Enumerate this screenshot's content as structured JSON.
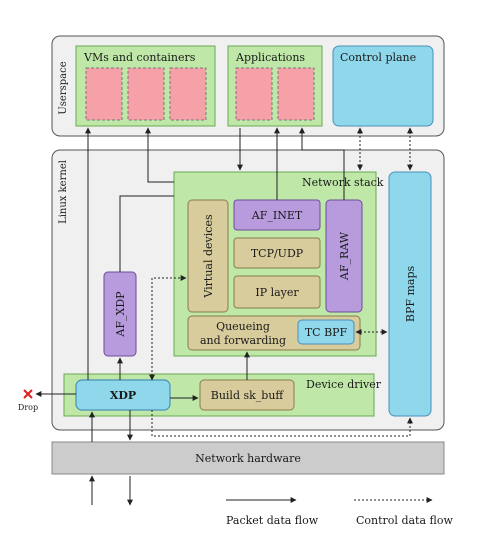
{
  "userspace": {
    "label": "Userspace",
    "vms_label": "VMs and containers",
    "applications_label": "Applications",
    "control_plane_label": "Control plane"
  },
  "kernel": {
    "label": "Linux kernel",
    "network_stack_label": "Network stack",
    "virtual_devices_label": "Virtual devices",
    "af_inet_label": "AF_INET",
    "tcp_udp_label": "TCP/UDP",
    "ip_layer_label": "IP layer",
    "af_raw_label": "AF_RAW",
    "queueing_line1": "Queueing",
    "queueing_line2": "and forwarding",
    "tc_bpf_label": "TC BPF",
    "af_xdp_label": "AF_XDP",
    "bpf_maps_label": "BPF maps",
    "device_driver_label": "Device driver",
    "xdp_label": "XDP",
    "build_skbuff_label": "Build sk_buff",
    "drop_label": "Drop"
  },
  "hardware": {
    "label": "Network hardware"
  },
  "legend": {
    "packet_flow_label": "Packet data flow",
    "control_flow_label": "Control data flow"
  },
  "colors": {
    "region_fill": "#f0f0f0",
    "region_stroke": "#555555",
    "green_fill": "#bfe8a8",
    "green_stroke": "#6aa84f",
    "pink_fill": "#f6a0a8",
    "purple_fill": "#b79bdc",
    "tan_fill": "#d8cc9c",
    "blue_fill": "#8fd8ec",
    "hardware_fill": "#cccccc",
    "drop_red": "#e02020"
  }
}
